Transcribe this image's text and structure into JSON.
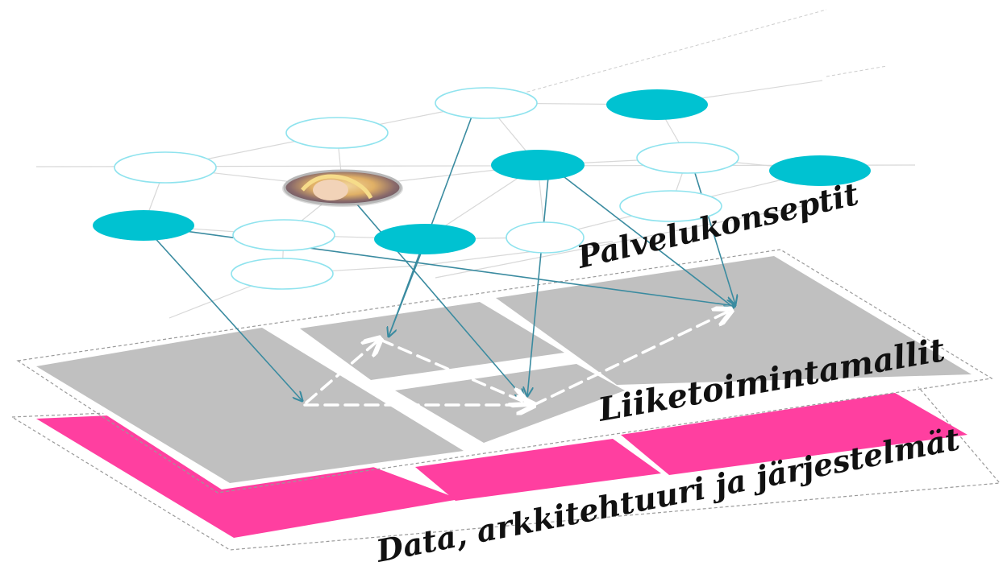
{
  "diagram": {
    "layers": [
      {
        "label": "Palvelukonseptit"
      },
      {
        "label": "Liiketoimintamallit"
      },
      {
        "label": "Data, arkkitehtuuri ja järjestelmät"
      }
    ],
    "colors": {
      "node_filled": "#00C2D1",
      "node_outline": "#8FE3EE",
      "arrow": "#3A8BA0",
      "business_layer": "#C0C0C0",
      "data_layer": "#FF3FA0",
      "grid": "#D8D8D8",
      "dashed_flow": "#FFFFFF"
    },
    "icons": [
      "avatar-photo-icon"
    ]
  }
}
